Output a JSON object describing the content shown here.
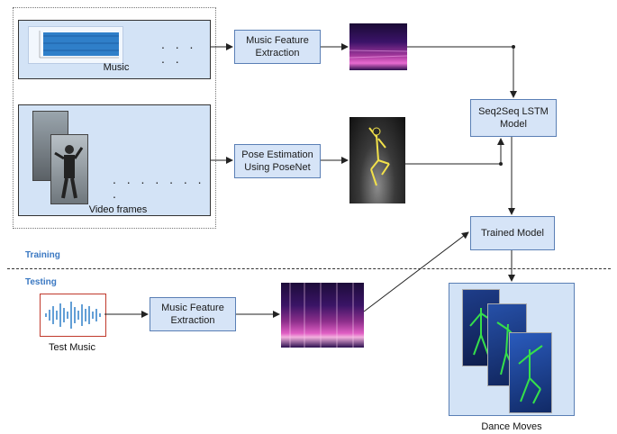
{
  "nodes": {
    "music_label": "Music",
    "video_label": "Video frames",
    "music_feature_top": "Music Feature\nExtraction",
    "pose_estimation": "Pose Estimation\nUsing PoseNet",
    "seq2seq": "Seq2Seq LSTM\nModel",
    "trained_model": "Trained Model",
    "music_feature_bottom": "Music Feature\nExtraction",
    "test_music_label": "Test Music",
    "dance_moves_label": "Dance Moves"
  },
  "sections": {
    "training": "Training",
    "testing": "Testing"
  },
  "ellipsis": {
    "music": ". . . . .",
    "video": ". . . . . . . ."
  },
  "colors": {
    "box_fill": "#d6e4f7",
    "box_border": "#5a7fb5",
    "section_text": "#3a78c2",
    "waveform": "#2f7fc9",
    "spectrogram_dark": "#150a2e",
    "spectrogram_hot": "#e86ad0"
  }
}
